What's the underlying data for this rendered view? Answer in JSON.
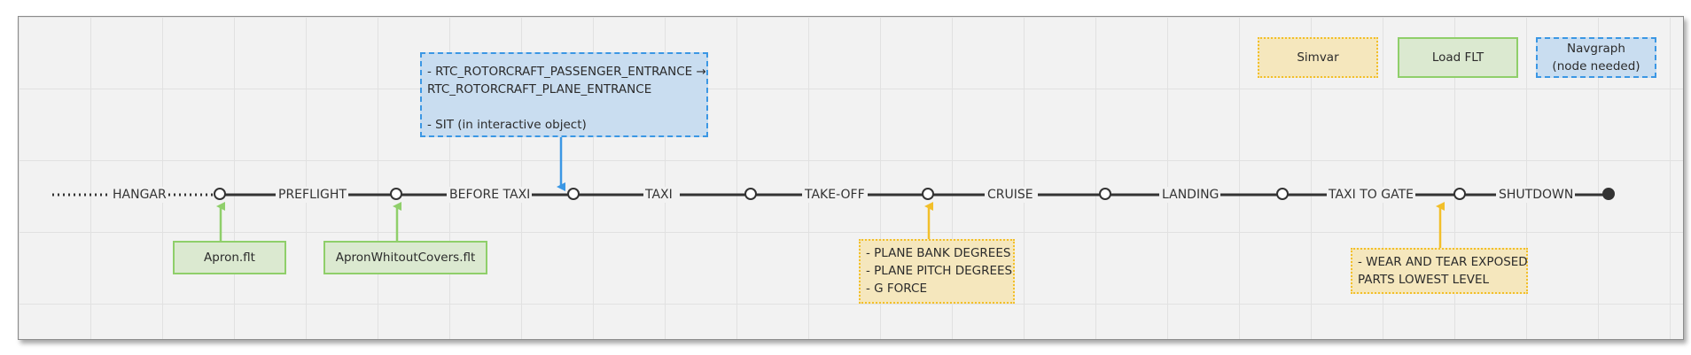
{
  "stages": [
    "HANGAR",
    "PREFLIGHT",
    "BEFORE TAXI",
    "TAXI",
    "TAKE-OFF",
    "CRUISE",
    "LANDING",
    "TAXI TO GATE",
    "SHUTDOWN"
  ],
  "flt_boxes": [
    "Apron.flt",
    "ApronWhitoutCovers.flt"
  ],
  "navgraph_box": {
    "lines": [
      "- RTC_ROTORCRAFT_PASSENGER_ENTRANCE →",
      "RTC_ROTORCRAFT_PLANE_ENTRANCE",
      "",
      "- SIT (in interactive object)"
    ]
  },
  "simvar_boxes": [
    {
      "lines": [
        "- PLANE BANK DEGREES",
        "- PLANE PITCH DEGREES",
        "- G FORCE"
      ]
    },
    {
      "lines": [
        "- WEAR AND TEAR EXPOSED",
        "PARTS LOWEST LEVEL"
      ]
    }
  ],
  "legend": {
    "simvar": "Simvar",
    "load_flt": "Load FLT",
    "navgraph_line1": "Navgraph",
    "navgraph_line2": "(node needed)"
  },
  "colors": {
    "flt_fill": "#dbe9d0",
    "flt_border": "#8fcf6a",
    "simvar_fill": "#f5e7bd",
    "simvar_border": "#f2bf2a",
    "navgraph_fill": "#c9ddf0",
    "navgraph_border": "#3b97e4",
    "timeline": "#333333"
  }
}
